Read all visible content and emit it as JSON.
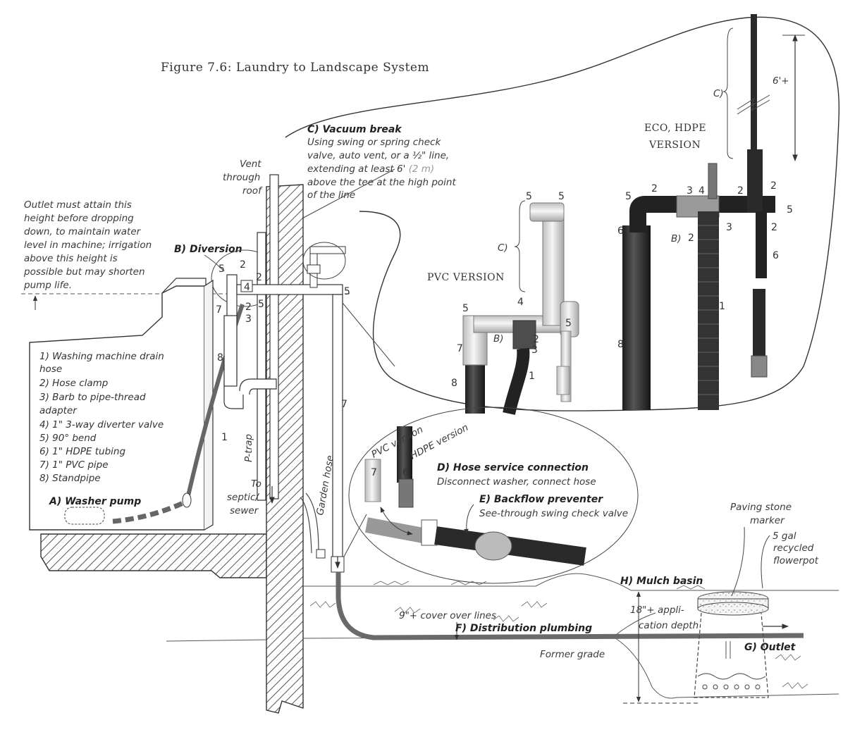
{
  "title": "Figure 7.6: Laundry to Landscape System",
  "outlet_note": [
    "Outlet must attain this",
    "height before dropping",
    "down, to maintain water",
    "level in machine; irrigation",
    "above this height is",
    "possible but may shorten",
    "pump life."
  ],
  "vent_label": [
    "Vent",
    "through",
    "roof"
  ],
  "vacuum_break": {
    "title": "C) Vacuum break",
    "lines": [
      "Using swing or spring check",
      "valve, auto vent, or a ½\" line,",
      "extending at least 6' ",
      "above the tee at the high point",
      "of the line"
    ],
    "metric": "(2 m)"
  },
  "diversion_label": "B) Diversion",
  "legend": [
    "1) Washing machine drain",
    "hose",
    "2) Hose clamp",
    "3) Barb to pipe-thread",
    "adapter",
    "4) 1\" 3-way diverter valve",
    "5) 90° bend",
    "6) 1\" HDPE tubing",
    "7) 1\" PVC pipe",
    "8) Standpipe"
  ],
  "washer_pump_label": "A) Washer pump",
  "p_trap_label": "P-trap",
  "to_septic_label": [
    "To",
    "septic/",
    "sewer"
  ],
  "garden_hose_label": "Garden hose",
  "inset_top": {
    "pvc_version": "PVC VERSION",
    "eco_version": [
      "ECO, HDPE",
      "VERSION"
    ],
    "height_label": "6'+",
    "c_label": "C)",
    "b_label": "B)"
  },
  "inset_hose": {
    "pvc_version": "PVC version",
    "hdpe_version": "HDPE version",
    "hose_title": "D) Hose service connection",
    "hose_desc": "Disconnect washer, connect hose",
    "backflow_title": "E) Backflow preventer",
    "backflow_desc": "See-through swing check valve"
  },
  "ground": {
    "cover": "9\"+ cover over lines",
    "distribution": "F) Distribution plumbing",
    "former_grade": "Former grade",
    "mulch_basin": "H) Mulch basin",
    "application_depth": [
      "18\"+ appli-",
      "cation depth"
    ],
    "outlet": "G) Outlet",
    "paving_stone": [
      "Paving stone",
      "marker"
    ],
    "flowerpot": [
      "5 gal",
      "recycled",
      "flowerpot"
    ]
  },
  "numbers": {
    "n1": "1",
    "n2": "2",
    "n3": "3",
    "n4": "4",
    "n5": "5",
    "n6": "6",
    "n7": "7",
    "n8": "8"
  }
}
